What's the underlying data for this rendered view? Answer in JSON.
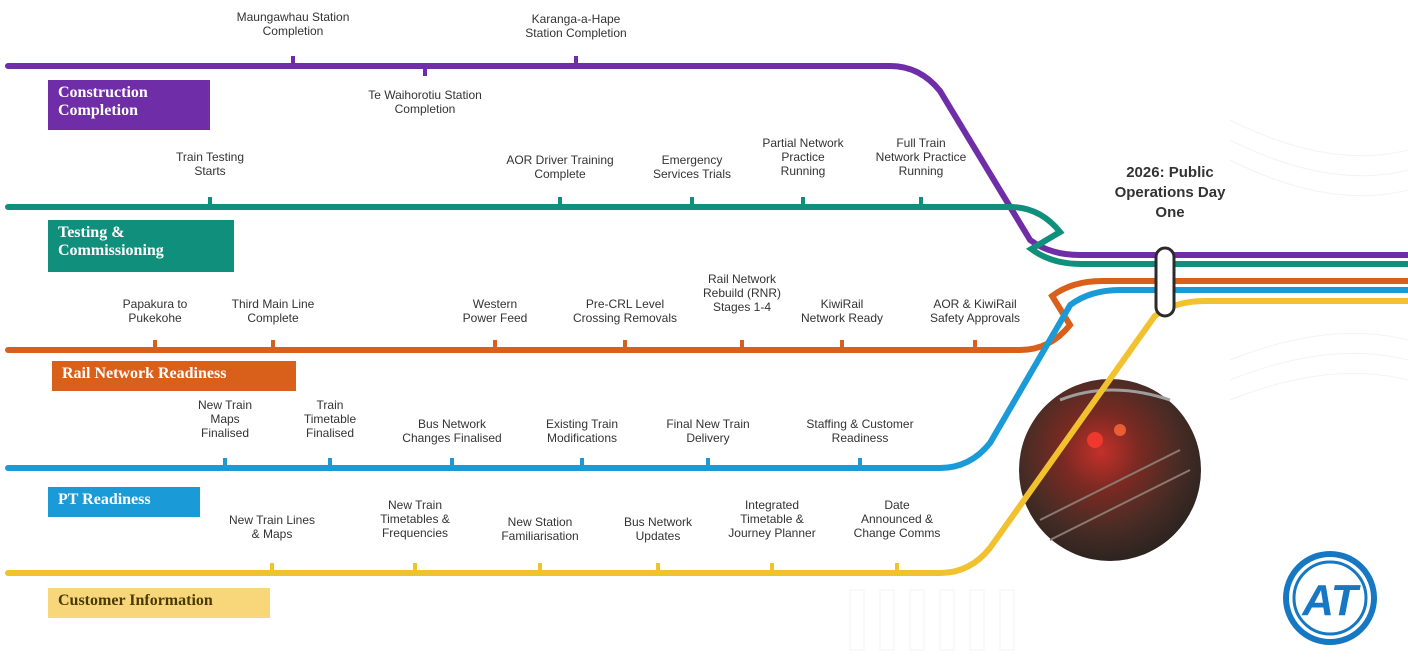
{
  "final_milestone": "2026: Public\nOperations Day\nOne",
  "logo_text": "AT",
  "photo": "train-tunnel-photo",
  "lines": [
    {
      "id": "construction",
      "name": "Construction\nCompletion",
      "color": "#6f2da8",
      "milestones": [
        "Maungawhau Station\nCompletion",
        "Te Waihorotiu Station\nCompletion",
        "Karanga-a-Hape\nStation Completion"
      ]
    },
    {
      "id": "testing",
      "name": "Testing &\nCommissioning",
      "color": "#10907c",
      "milestones": [
        "Train Testing\nStarts",
        "AOR Driver Training\nComplete",
        "Emergency\nServices Trials",
        "Partial Network\nPractice\nRunning",
        "Full Train\nNetwork Practice\nRunning"
      ]
    },
    {
      "id": "rail",
      "name": "Rail Network Readiness",
      "color": "#d9601a",
      "milestones": [
        "Papakura to\nPukekohe",
        "Third Main Line\nComplete",
        "Western\nPower Feed",
        "Pre-CRL Level\nCrossing Removals",
        "Rail Network\nRebuild (RNR)\nStages 1-4",
        "KiwiRail\nNetwork Ready",
        "AOR & KiwiRail\nSafety Approvals"
      ]
    },
    {
      "id": "pt",
      "name": "PT Readiness",
      "color": "#1a9ad6",
      "milestones": [
        "New Train\nMaps\nFinalised",
        "Train\nTimetable\nFinalised",
        "Bus Network\nChanges Finalised",
        "Existing Train\nModifications",
        "Final New Train\nDelivery",
        "Staffing & Customer\nReadiness"
      ]
    },
    {
      "id": "customer",
      "name": "Customer Information",
      "color": "#f2c12e",
      "milestones": [
        "New Train Lines\n& Maps",
        "New Train\nTimetables &\nFrequencies",
        "New Station\nFamiliarisation",
        "Bus Network\nUpdates",
        "Integrated\nTimetable &\nJourney Planner",
        "Date\nAnnounced &\nChange Comms"
      ]
    }
  ]
}
